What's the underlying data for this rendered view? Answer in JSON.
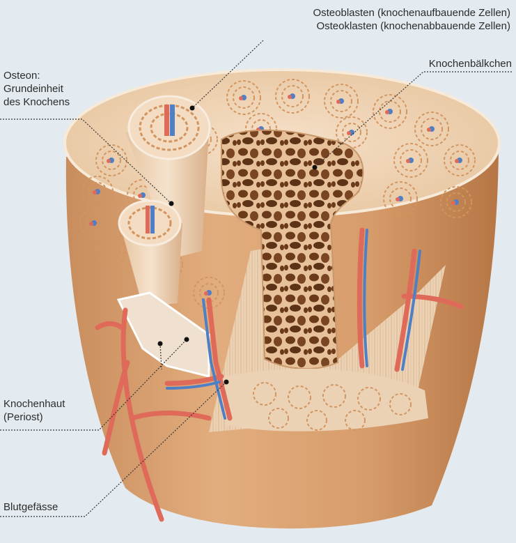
{
  "labels": {
    "osteoblasten": "Osteoblasten (knochenaufbauende Zellen)",
    "osteoklasten": "Osteoklasten (knochenabbauende Zellen)",
    "knochenbaelkchen": "Knochenbälkchen",
    "osteon_1": "Osteon:",
    "osteon_2": "Grundeinheit",
    "osteon_3": "des Knochens",
    "knochenhaut_1": "Knochenhaut",
    "knochenhaut_2": "(Periost)",
    "blutgefaesse": "Blutgefässe"
  },
  "colors": {
    "background": "#e4ebf0",
    "bone_outer": "#d9a272",
    "bone_dark": "#b7764a",
    "bone_top": "#f0d6ba",
    "osteon_ring": "#d79a62",
    "trabecular_bg": "#6e3f1d",
    "trabecular": "#e8c39a",
    "artery": "#e06a5a",
    "vein": "#4f7fc4",
    "leader_line": "#333333"
  }
}
